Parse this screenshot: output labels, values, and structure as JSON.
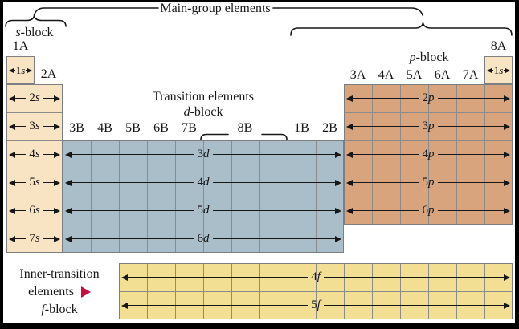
{
  "figure": {
    "main_group_label": "Main-group elements",
    "transition_label": "Transition elements",
    "inner_transition": {
      "line1": "Inner-transition",
      "line2": "elements"
    },
    "block_labels": {
      "s": {
        "letter": "s",
        "suffix": "-block"
      },
      "p": {
        "letter": "p",
        "suffix": "-block"
      },
      "d": {
        "letter": "d",
        "suffix": "-block"
      },
      "f": {
        "letter": "f",
        "suffix": "-block"
      }
    }
  },
  "groups": {
    "a_left": [
      "1A",
      "2A"
    ],
    "b_left": [
      "3B",
      "4B",
      "5B",
      "6B",
      "7B"
    ],
    "b_center": "8B",
    "b_right": [
      "1B",
      "2B"
    ],
    "a_right": [
      "3A",
      "4A",
      "5A",
      "6A",
      "7A"
    ],
    "a_last": "8A"
  },
  "orbitals": {
    "s": [
      "1s",
      "2s",
      "3s",
      "4s",
      "5s",
      "6s",
      "7s"
    ],
    "d": [
      "3d",
      "4d",
      "5d",
      "6d"
    ],
    "p": [
      "2p",
      "3p",
      "4p",
      "5p",
      "6p"
    ],
    "f": [
      "4f",
      "5f"
    ],
    "he": "1s"
  },
  "colors": {
    "s_block": "#f8e3c3",
    "d_block": "#a9bec9",
    "p_block": "#d8a47d",
    "f_block": "#f2df93",
    "grid_line": "#8b8b8b",
    "ink": "#171717",
    "marker_red": "#c60f3f",
    "frame": "#000000",
    "background": "#ffffff"
  }
}
